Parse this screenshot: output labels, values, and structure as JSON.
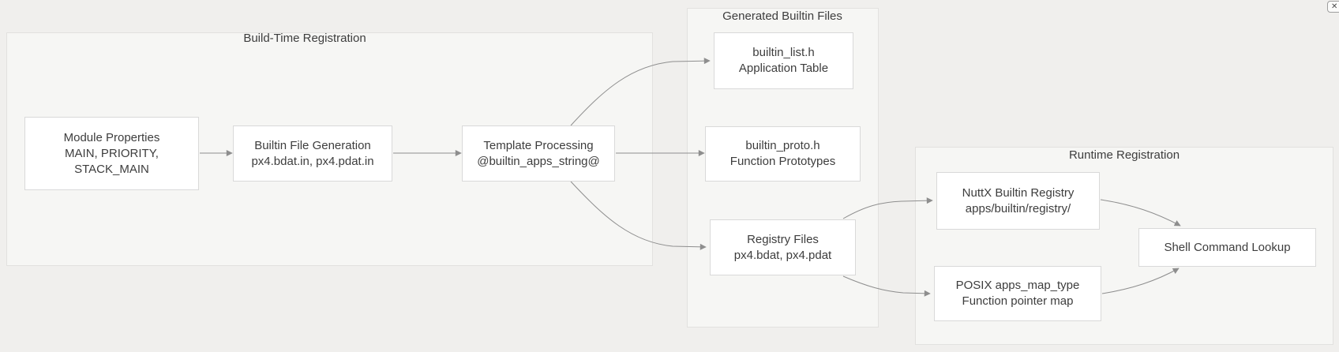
{
  "groups": [
    {
      "title": "Build-Time Registration"
    },
    {
      "title": "Generated Builtin Files"
    },
    {
      "title": "Runtime Registration"
    }
  ],
  "nodes": [
    {
      "id": "module-properties",
      "lines": [
        "Module Properties",
        "MAIN, PRIORITY,",
        "STACK_MAIN"
      ]
    },
    {
      "id": "builtin-file-generation",
      "lines": [
        "Builtin File Generation",
        "px4.bdat.in, px4.pdat.in"
      ]
    },
    {
      "id": "template-processing",
      "lines": [
        "Template Processing",
        "@builtin_apps_string@"
      ]
    },
    {
      "id": "builtin-list",
      "lines": [
        "builtin_list.h",
        "Application Table"
      ]
    },
    {
      "id": "builtin-proto",
      "lines": [
        "builtin_proto.h",
        "Function Prototypes"
      ]
    },
    {
      "id": "registry-files",
      "lines": [
        "Registry Files",
        "px4.bdat, px4.pdat"
      ]
    },
    {
      "id": "nuttx-builtin-registry",
      "lines": [
        "NuttX Builtin Registry",
        "apps/builtin/registry/"
      ]
    },
    {
      "id": "posix-apps-map",
      "lines": [
        "POSIX apps_map_type",
        "Function pointer map"
      ]
    },
    {
      "id": "shell-command-lookup",
      "lines": [
        "Shell Command Lookup"
      ]
    }
  ],
  "edges": [
    {
      "from": "module-properties",
      "to": "builtin-file-generation"
    },
    {
      "from": "builtin-file-generation",
      "to": "template-processing"
    },
    {
      "from": "template-processing",
      "to": "builtin-list"
    },
    {
      "from": "template-processing",
      "to": "builtin-proto"
    },
    {
      "from": "template-processing",
      "to": "registry-files"
    },
    {
      "from": "registry-files",
      "to": "nuttx-builtin-registry"
    },
    {
      "from": "registry-files",
      "to": "posix-apps-map"
    },
    {
      "from": "nuttx-builtin-registry",
      "to": "shell-command-lookup"
    },
    {
      "from": "posix-apps-map",
      "to": "shell-command-lookup"
    }
  ],
  "close_button": {
    "icon": "✕"
  },
  "colors": {
    "background": "#f0efed",
    "group_fill": "#f6f6f4",
    "group_border": "#e2e1df",
    "node_fill": "#ffffff",
    "node_border": "#d9d9d9",
    "arrow": "#8e8e8e",
    "text": "#3d3d3d"
  }
}
